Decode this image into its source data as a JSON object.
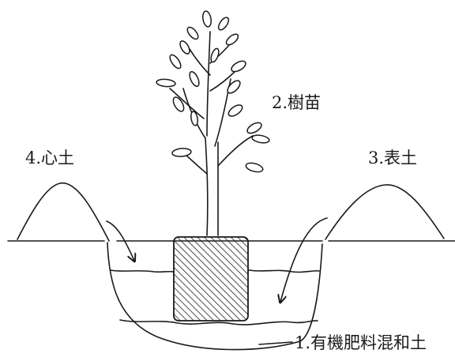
{
  "labels": {
    "fertilizer": "1.有機肥料混和土",
    "seedling": "2.樹苗",
    "topsoil": "3.表土",
    "subsoil": "4.心土"
  }
}
